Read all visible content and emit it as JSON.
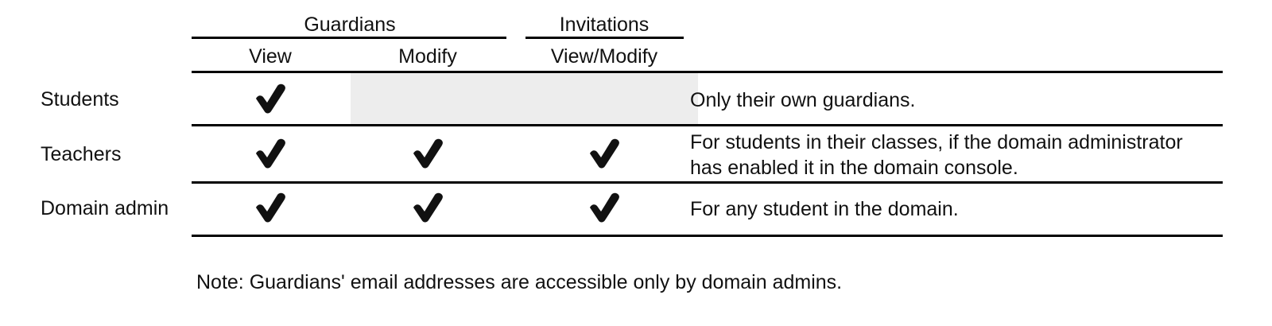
{
  "table": {
    "group_headers": [
      {
        "label": "Guardians"
      },
      {
        "label": "Invitations"
      }
    ],
    "column_headers": [
      {
        "label": "View"
      },
      {
        "label": "Modify"
      },
      {
        "label": "View/Modify"
      }
    ],
    "rows": [
      {
        "role": "Students",
        "guardians_view": "✔",
        "guardians_modify": "",
        "invitations_view_modify": "",
        "description": "Only their own guardians."
      },
      {
        "role": "Teachers",
        "guardians_view": "✔",
        "guardians_modify": "✔",
        "invitations_view_modify": "✔",
        "description": "For students in their classes, if the domain administrator\nhas enabled it in the domain console."
      },
      {
        "role": "Domain admin",
        "guardians_view": "✔",
        "guardians_modify": "✔",
        "invitations_view_modify": "✔",
        "description": "For any student in the domain."
      }
    ]
  },
  "footnote": {
    "text": "Note: Guardians' email addresses are accessible only by domain admins."
  },
  "icons": {
    "check": "heavy-check-mark"
  },
  "colors": {
    "rule": "#000000",
    "shaded_cell": "#ededed",
    "text": "#111111",
    "background": "#ffffff"
  }
}
